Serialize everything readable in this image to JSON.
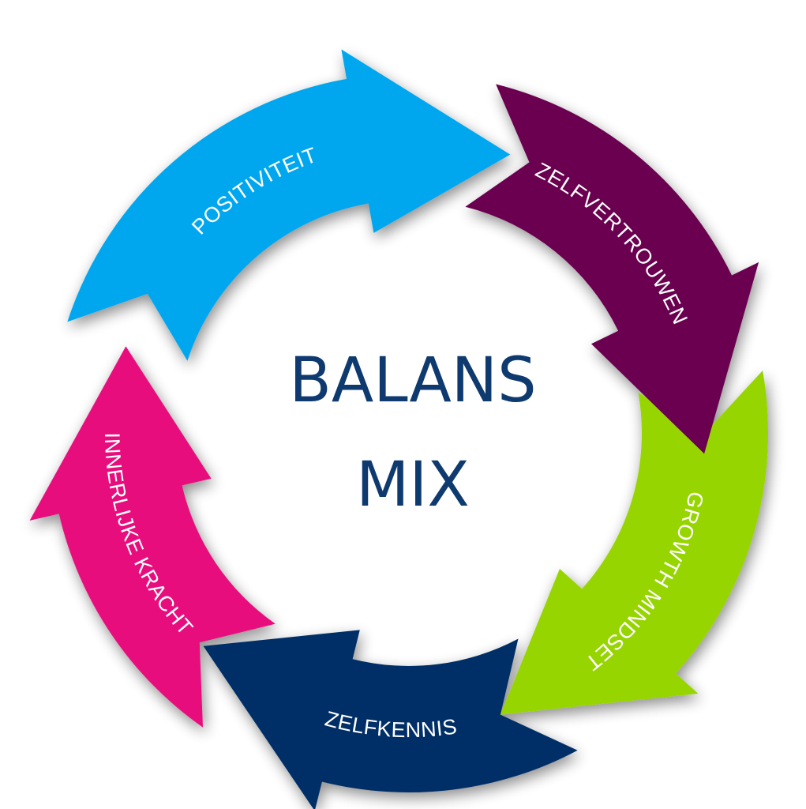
{
  "center": {
    "line1": "BALANS",
    "line2": "MIX"
  },
  "segments": [
    {
      "id": "positiviteit",
      "label": "POSITIVITEIT",
      "color": "#02a7ef"
    },
    {
      "id": "zelfvertrouwen",
      "label": "ZELFVERTROUWEN",
      "color": "#6a004f"
    },
    {
      "id": "growth-mindset",
      "label": "GROWTH MINDSET",
      "color": "#96d500"
    },
    {
      "id": "zelfkennis",
      "label": "ZELFKENNIS",
      "color": "#052f66"
    },
    {
      "id": "innerlijke-kracht",
      "label": "INNERLIJKE KRACHT",
      "color": "#e8107d"
    }
  ],
  "text_color": "#0e3a6f"
}
